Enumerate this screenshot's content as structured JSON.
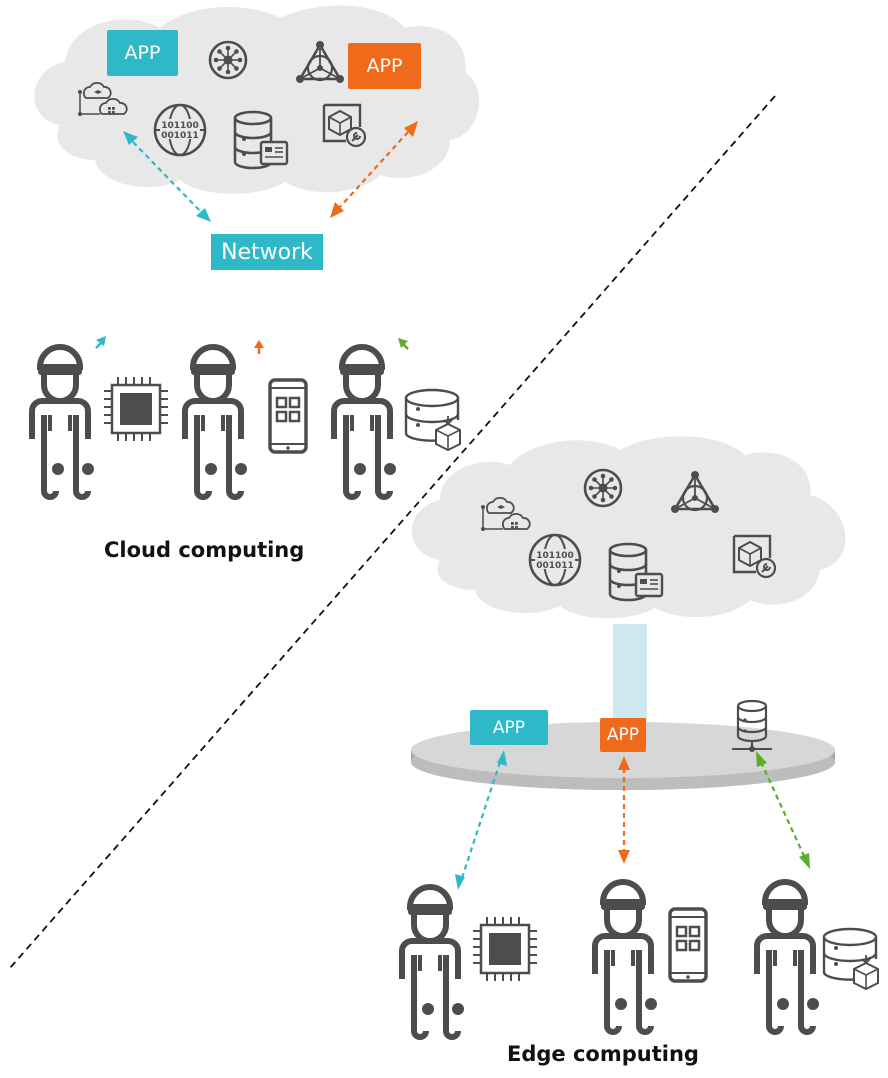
{
  "colors": {
    "teal": "#2fb8c7",
    "orange": "#ef6a1a",
    "green": "#5dab2a",
    "gray": "#4d4d4d",
    "cloud": "#e8e8e8",
    "platform": "#d7d7d7",
    "pillar": "#cde8ef"
  },
  "icons": [
    "settings-hub-icon",
    "triangle-network-icon",
    "binary-globe-icon",
    "database-icon",
    "cloud-layers-icon",
    "cube-wrench-icon",
    "worker-icon",
    "chip-icon",
    "tablet-icon",
    "storage-box-icon"
  ],
  "cloud_section": {
    "app_left": "APP",
    "app_right": "APP",
    "network": "Network",
    "caption": "Cloud computing"
  },
  "edge_section": {
    "app_left": "APP",
    "app_mid": "APP",
    "caption": "Edge computing"
  }
}
